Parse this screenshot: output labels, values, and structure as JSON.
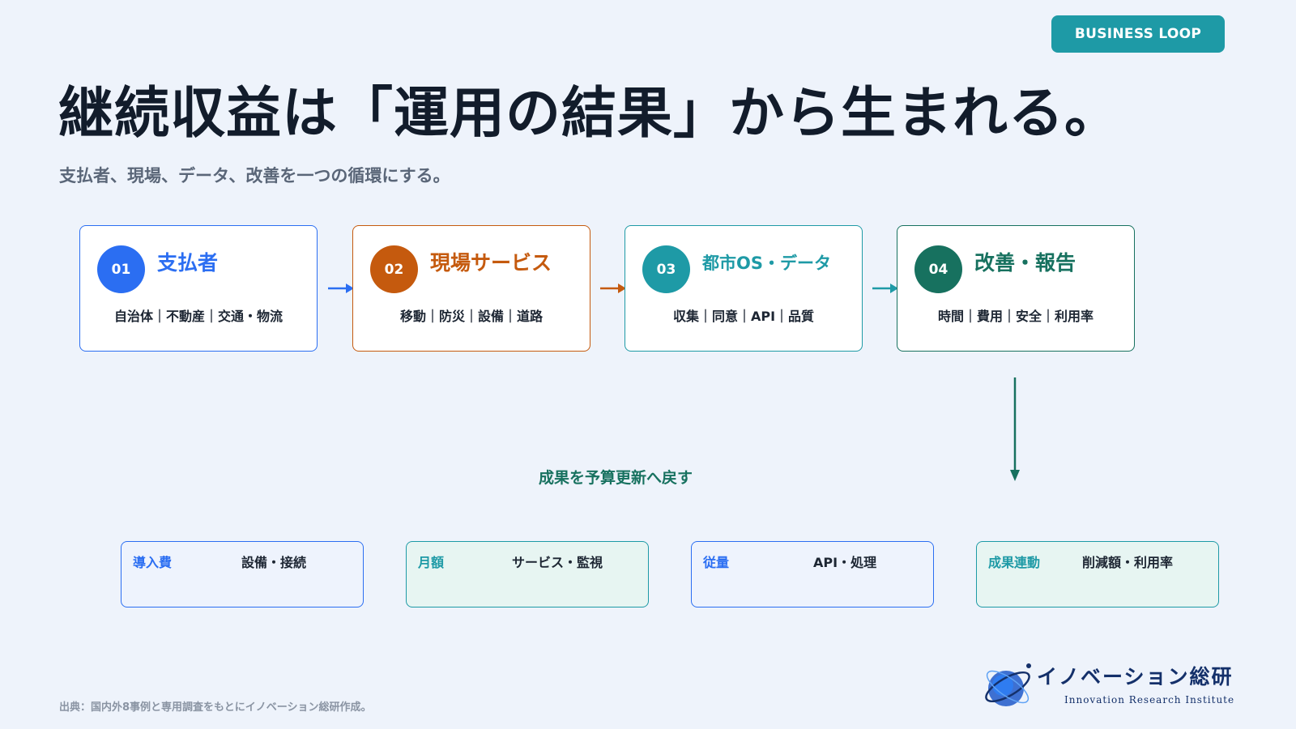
{
  "badge": "BUSINESS LOOP",
  "title": "継続収益は「運用の結果」から生まれる。",
  "subtitle": "支払者、現場、データ、改善を一つの循環にする。",
  "colors": {
    "blue": "#2B6EF2",
    "orange": "#C55A0E",
    "teal": "#1E9AA6",
    "green": "#17715F"
  },
  "steps": [
    {
      "num": "01",
      "label": "支払者",
      "detail": "自治体｜不動産｜交通・物流"
    },
    {
      "num": "02",
      "label": "現場サービス",
      "detail": "移動｜防災｜設備｜道路"
    },
    {
      "num": "03",
      "label": "都市OS・データ",
      "detail": "収集｜同意｜API｜品質"
    },
    {
      "num": "04",
      "label": "改善・報告",
      "detail": "時間｜費用｜安全｜利用率"
    }
  ],
  "return_label": "成果を予算更新へ戻す",
  "revenue": [
    {
      "name": "導入費",
      "desc": "設備・接続"
    },
    {
      "name": "月額",
      "desc": "サービス・監視"
    },
    {
      "name": "従量",
      "desc": "API・処理"
    },
    {
      "name": "成果連動",
      "desc": "削減額・利用率"
    }
  ],
  "source": "出典：国内外8事例と専用調査をもとにイノベーション総研作成。",
  "logo": {
    "name": "イノベーション総研",
    "sub": "Innovation Research Institute"
  }
}
